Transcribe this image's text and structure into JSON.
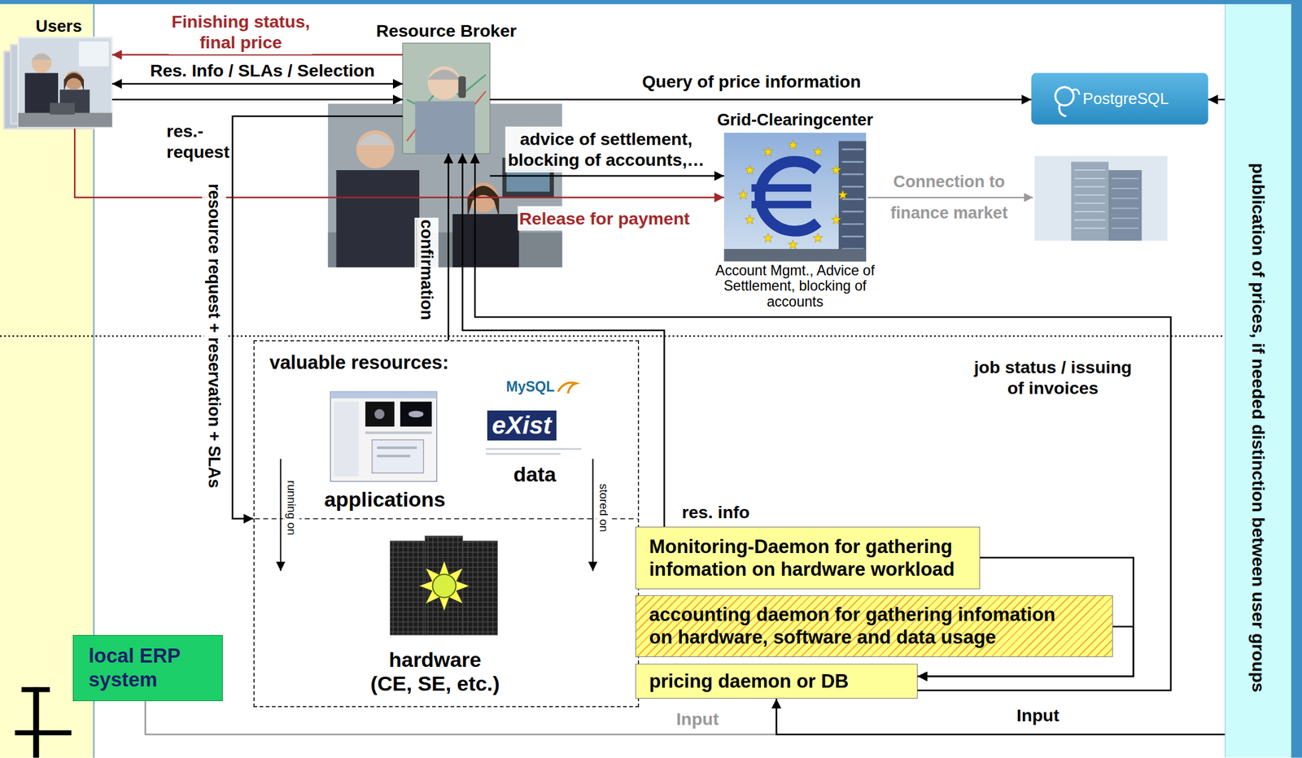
{
  "diagram": {
    "nodes": [
      {
        "text": [
          "Users"
        ]
      },
      {
        "text": [
          "Resource Broker"
        ]
      },
      {
        "text": [
          "PostgreSQL"
        ]
      },
      {
        "text": [
          "Grid-Clearingcenter",
          "Account Mgmt., Advice of Settlement, blocking of accounts"
        ]
      },
      {
        "text": [
          "valuable resources:"
        ]
      },
      {
        "text": [
          "applications"
        ],
        "in": 4
      },
      {
        "text": [
          "MySQL",
          "eXist",
          "data"
        ],
        "in": 4
      },
      {
        "text": [
          "hardware (CE, SE, etc.)"
        ],
        "in": 4
      },
      {
        "text": [
          "Monitoring-Daemon for gathering infomation on hardware workload"
        ]
      },
      {
        "text": [
          "accounting daemon for gathering infomation on hardware, software and data usage"
        ]
      },
      {
        "text": [
          "pricing daemon or DB"
        ]
      },
      {
        "text": [
          "local ERP system"
        ]
      },
      {
        "text": [
          "publication of prices, if needed distinction between user groups"
        ]
      }
    ],
    "edges": [
      {
        "from": 1,
        "to": 0,
        "label": "Finishing status, final price",
        "arrow": "to"
      },
      {
        "from": 0,
        "to": 1,
        "label": "Res. Info / SLAs / Selection",
        "arrow": "both"
      },
      {
        "from": 0,
        "to": 1,
        "label": "res.- request",
        "arrow": "to"
      },
      {
        "from": 1,
        "to": 2,
        "label": "Query of price information",
        "arrow": "to"
      },
      {
        "from": 1,
        "to": 3,
        "label": "advice of settlement, blocking of accounts,…",
        "arrow": "to"
      },
      {
        "from": 0,
        "to": 3,
        "label": "Release for payment",
        "arrow": "to"
      },
      {
        "from": 1,
        "to": 4,
        "label": "resource request + reservation + SLAs",
        "arrow": "to"
      },
      {
        "from": 4,
        "to": 1,
        "label": "confirmation",
        "arrow": "to"
      },
      {
        "from": 8,
        "to": 1,
        "label": "res. info",
        "arrow": "to"
      },
      {
        "from": 10,
        "to": 1,
        "label": "job status / issuing of invoices",
        "arrow": "to"
      },
      {
        "from": 8,
        "to": 10,
        "arrow": "to"
      },
      {
        "from": 9,
        "to": 10,
        "arrow": "to"
      },
      {
        "from": 11,
        "to": 10,
        "label": "Input",
        "arrow": "to"
      },
      {
        "from": 12,
        "to": 10,
        "label": "Input",
        "arrow": "to"
      },
      {
        "from": 12,
        "to": 2,
        "arrow": "to"
      }
    ],
    "labels": [
      "running on",
      "stored on",
      "Connection to finance market"
    ]
  }
}
